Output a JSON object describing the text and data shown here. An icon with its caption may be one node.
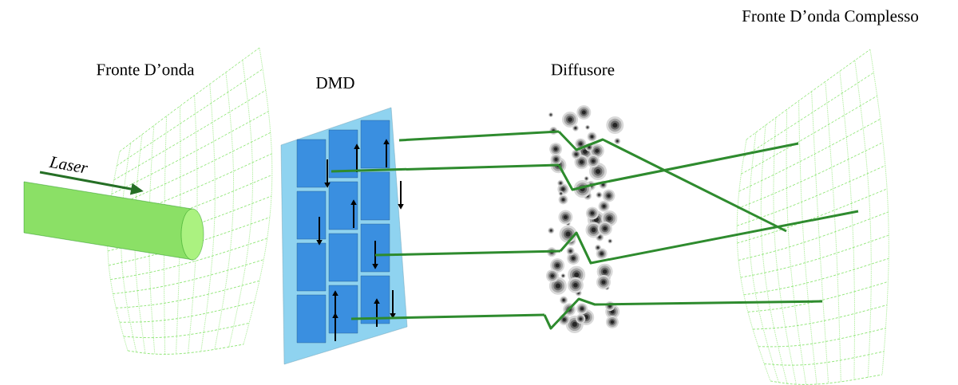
{
  "diagram": {
    "nodes": [
      {
        "text": [
          "Fronte D’onda"
        ]
      },
      {
        "text": [
          "DMD"
        ]
      },
      {
        "text": [
          "Diffusore"
        ]
      },
      {
        "text": [
          "Fronte D’onda Complesso"
        ]
      }
    ],
    "edges": [
      {
        "from": 1,
        "to": 2,
        "arrow": "none"
      },
      {
        "from": 2,
        "to": 3,
        "arrow": "none"
      },
      {
        "from": 1,
        "to": 2,
        "arrow": "none"
      },
      {
        "from": 2,
        "to": 3,
        "arrow": "none"
      },
      {
        "from": 1,
        "to": 2,
        "arrow": "none"
      },
      {
        "from": 2,
        "to": 3,
        "arrow": "none"
      },
      {
        "from": 1,
        "to": 2,
        "arrow": "none"
      },
      {
        "from": 2,
        "to": 3,
        "arrow": "none"
      }
    ],
    "labels": [
      "Laser"
    ]
  }
}
